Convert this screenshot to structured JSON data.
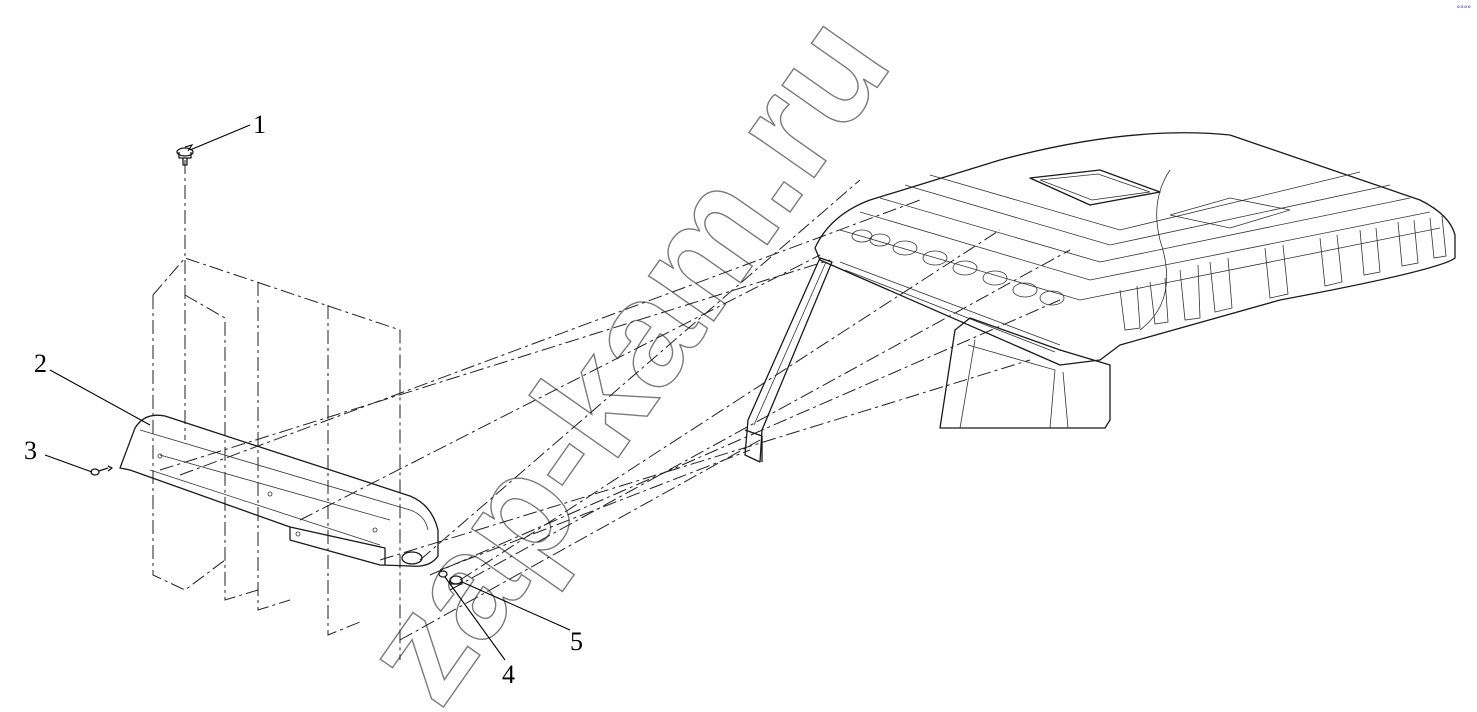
{
  "callouts": [
    {
      "id": "1",
      "label": "1"
    },
    {
      "id": "2",
      "label": "2"
    },
    {
      "id": "3",
      "label": "3"
    },
    {
      "id": "4",
      "label": "4"
    },
    {
      "id": "5",
      "label": "5"
    }
  ],
  "watermark": "zap-kam.ru",
  "corner_mark": "°°°°",
  "colors": {
    "line": "#1a1a1a",
    "watermark": "#7a7a7a",
    "corner": "#3355cc"
  }
}
